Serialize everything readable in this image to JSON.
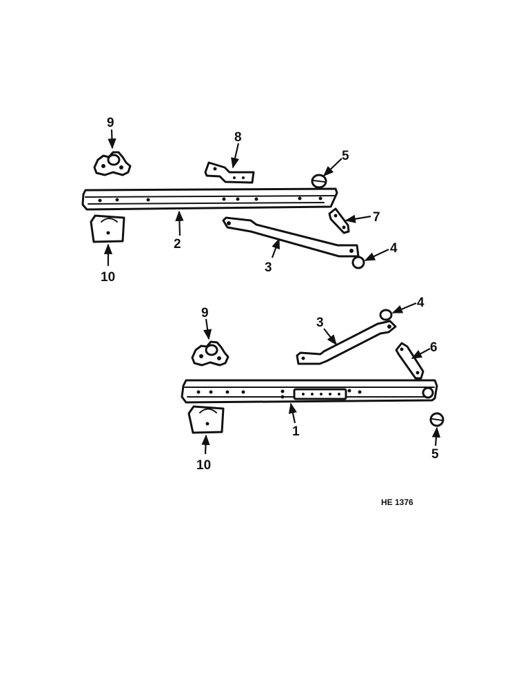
{
  "diagram": {
    "reference_code": "HE 1376",
    "callouts": {
      "upper": {
        "c9": "9",
        "c8": "8",
        "c5": "5",
        "c7": "7",
        "c2": "2",
        "c10": "10",
        "c3": "3",
        "c4": "4"
      },
      "lower": {
        "c9": "9",
        "c3": "3",
        "c4": "4",
        "c6": "6",
        "c1": "1",
        "c10": "10",
        "c5": "5"
      }
    }
  }
}
